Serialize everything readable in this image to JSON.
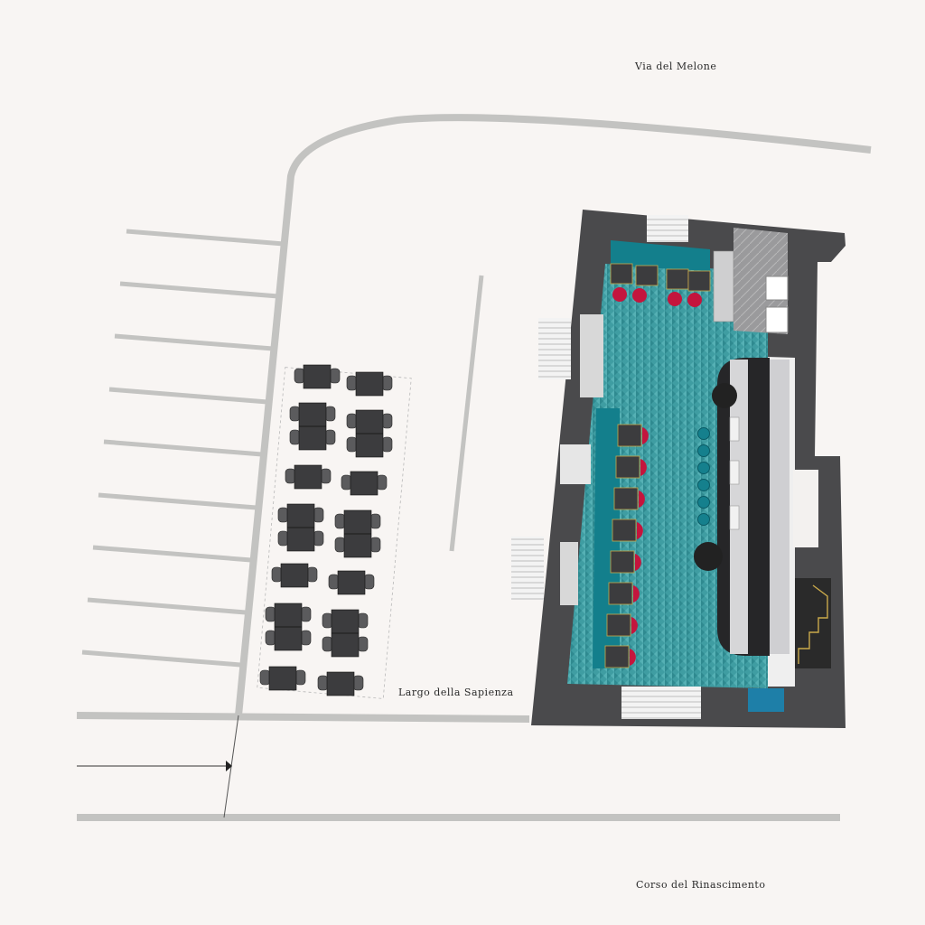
{
  "streets": {
    "north": "Via del Melone",
    "square": "Largo della Sapienza",
    "south": "Corso del Rinascimento"
  },
  "colors": {
    "background": "#f8f5f3",
    "road": "#c3c3c1",
    "wall": "#4a4a4c",
    "floor": "#3f9da2",
    "banquette": "#137f8c",
    "chair": "#c4153d",
    "table": "#3c3c3e",
    "bar_counter": "#262628",
    "counter_steel": "#d6d6d8",
    "stool": "#15808d"
  },
  "icons": [
    "entrance-arrow-icon"
  ]
}
